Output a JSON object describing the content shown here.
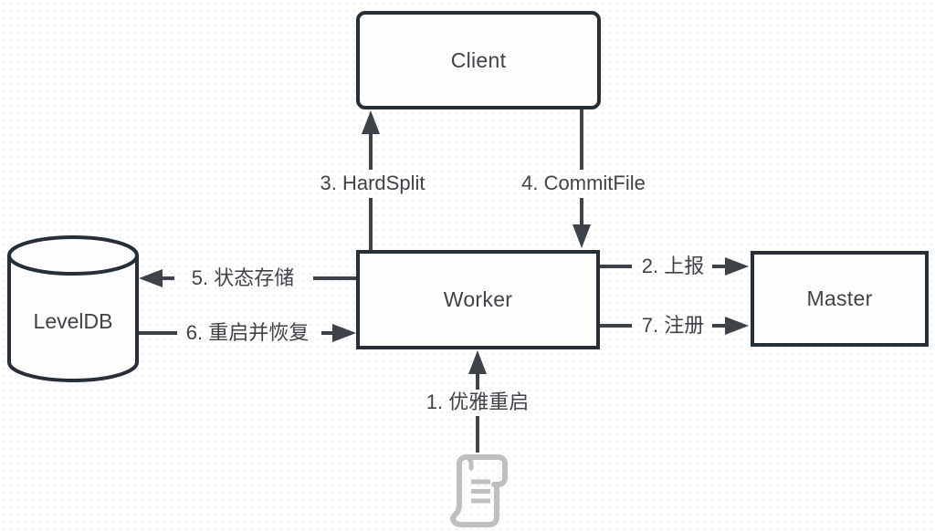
{
  "diagram": {
    "title": "Worker graceful restart flow",
    "colors": {
      "node_border": "#262e38",
      "arrow": "#3e434a",
      "text": "#3f4347",
      "icon_gray": "#bfbfbf",
      "background": "#ffffff"
    },
    "nodes": {
      "client": {
        "label": "Client",
        "shape": "rounded-rect"
      },
      "worker": {
        "label": "Worker",
        "shape": "rect"
      },
      "master": {
        "label": "Master",
        "shape": "rect"
      },
      "leveldb": {
        "label": "LevelDB",
        "shape": "cylinder"
      }
    },
    "edges": {
      "graceful_restart": {
        "label": "1. 优雅重启",
        "from": "script-icon",
        "to": "worker",
        "direction": "up"
      },
      "report": {
        "label": "2. 上报",
        "from": "worker",
        "to": "master",
        "direction": "right"
      },
      "hard_split": {
        "label": "3. HardSplit",
        "from": "worker",
        "to": "client",
        "direction": "up"
      },
      "commit_file": {
        "label": "4. CommitFile",
        "from": "client",
        "to": "worker",
        "direction": "down"
      },
      "state_store": {
        "label": "5. 状态存储",
        "from": "worker",
        "to": "leveldb",
        "direction": "left"
      },
      "restart_recover": {
        "label": "6. 重启并恢复",
        "from": "leveldb",
        "to": "worker",
        "direction": "right"
      },
      "register": {
        "label": "7. 注册",
        "from": "worker",
        "to": "master",
        "direction": "right"
      }
    },
    "icons": {
      "scroll": "scroll-icon"
    }
  }
}
